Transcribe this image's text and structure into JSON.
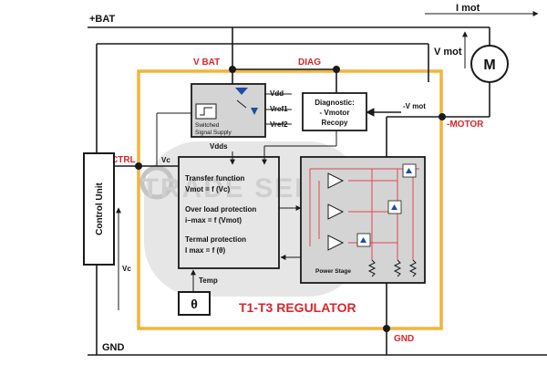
{
  "supply": {
    "bat_label": "+BAT",
    "gnd_label": "GND"
  },
  "motor": {
    "current_label": "I mot",
    "voltage_label": "V mot",
    "symbol": "M"
  },
  "regulator": {
    "title": "T1-T3 REGULATOR",
    "pins": {
      "vbat": "V BAT",
      "diag": "DIAG",
      "ctrl": "CTRL",
      "motor": "-MOTOR",
      "gnd": "GND"
    }
  },
  "control_unit": {
    "label": "Control Unit",
    "vc_label": "Vc"
  },
  "signal_supply": {
    "label_line1": "Switched",
    "label_line2": "Signal Supply",
    "outputs": [
      "Vdd",
      "Vref1",
      "Vref2"
    ],
    "vdds_label": "Vdds"
  },
  "diagnostic": {
    "line1": "Diagnostic:",
    "line2": "- Vmotor",
    "line3": "Recopy",
    "input_label": "-V mot"
  },
  "logic": {
    "vc_label": "Vc",
    "line1": "Transfer function",
    "line2": "Vmot = f (Vc)",
    "line3": "Over load protection",
    "line4": "i–max = f (Vmot)",
    "line5": "Termal protection",
    "line6": "I  max = f (θ)"
  },
  "temp": {
    "label": "Temp",
    "symbol": "θ"
  },
  "power_stage": {
    "label": "Power Stage"
  },
  "watermark": {
    "text": "TRADE SERVICE"
  },
  "colors": {
    "regulator_border": "#f2b43a",
    "pin_label": "#d8262c",
    "wire": "#1a1a1a",
    "shaded": "#d4d4d4"
  }
}
